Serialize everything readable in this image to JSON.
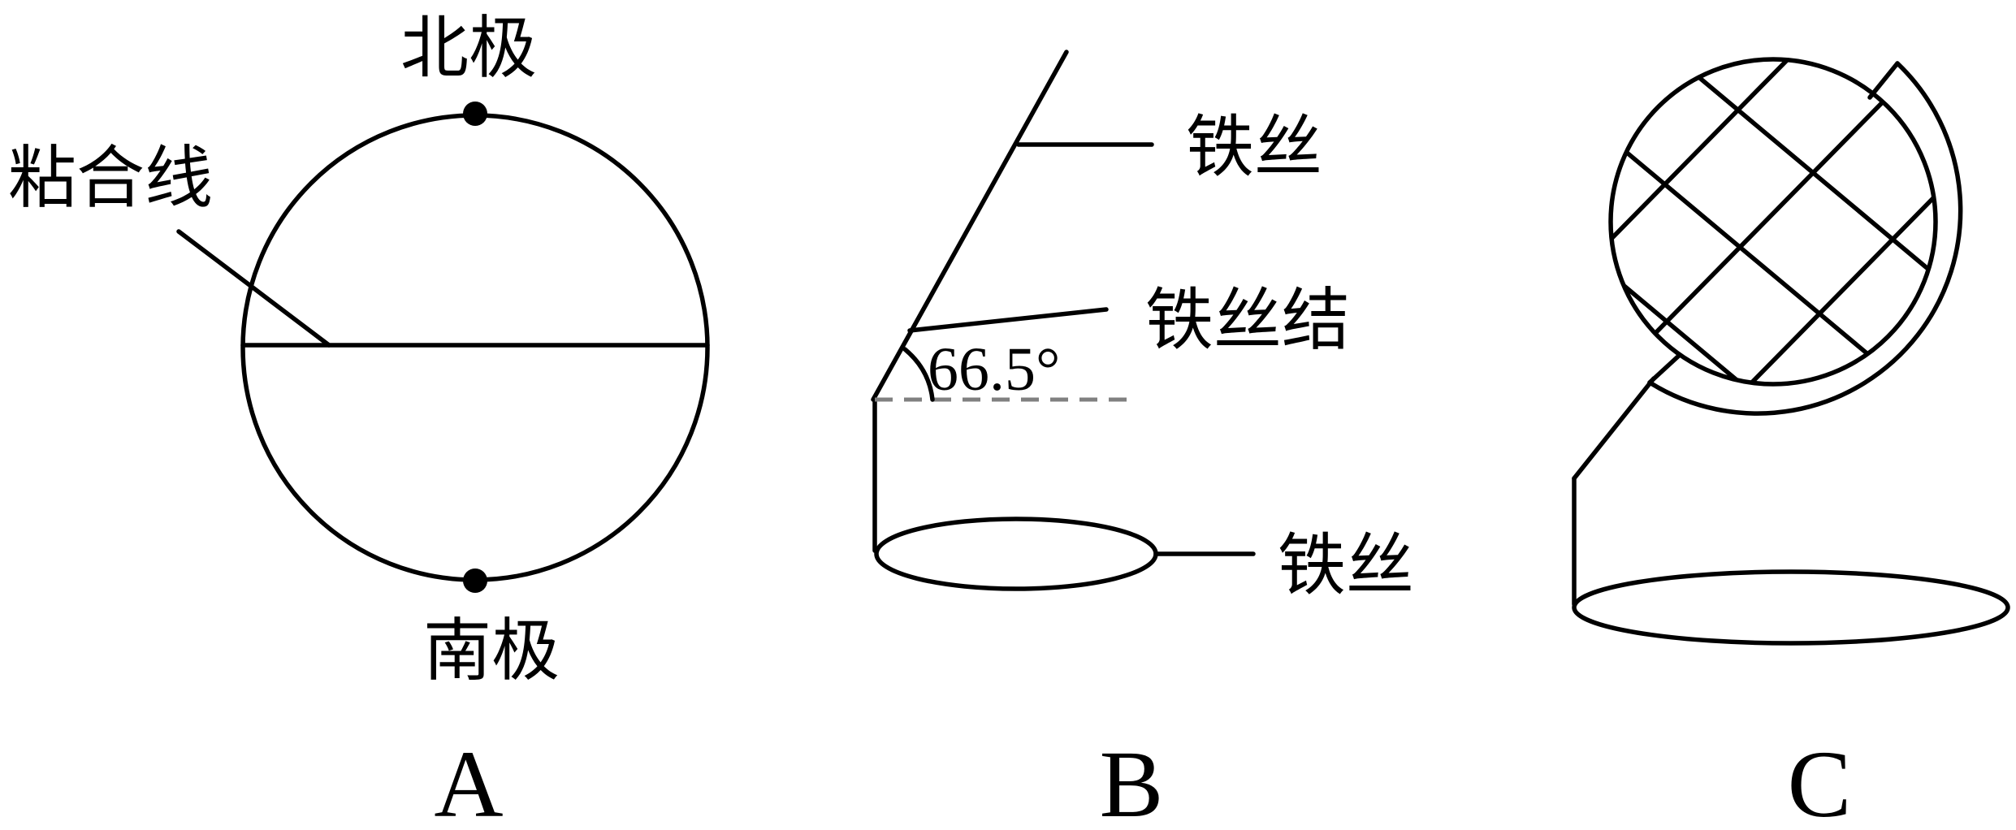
{
  "panel_a": {
    "label": "A",
    "north_pole": "北极",
    "south_pole": "南极",
    "seam": "粘合线"
  },
  "panel_b": {
    "label": "B",
    "wire_top": "铁丝",
    "wire_knot": "铁丝结",
    "angle": "66.5°",
    "wire_base": "铁丝"
  },
  "panel_c": {
    "label": "C"
  },
  "colors": {
    "line": "#000000",
    "dashed": "#808080"
  }
}
